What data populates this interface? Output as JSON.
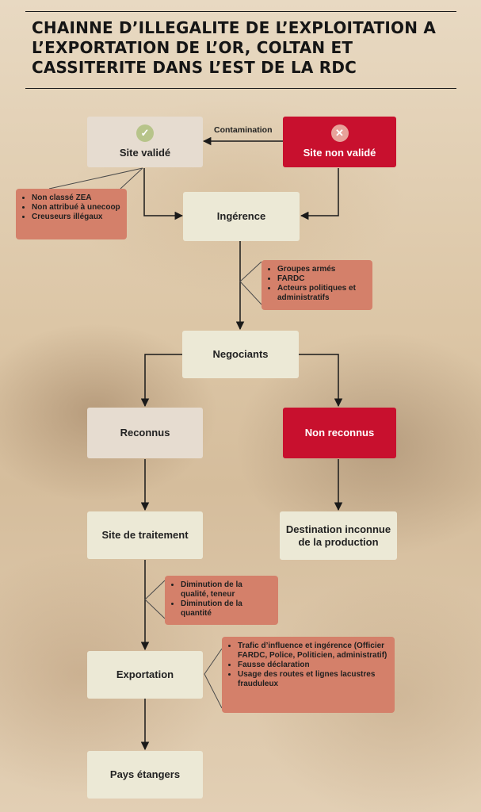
{
  "title": "CHAINNE D’ILLEGALITE DE L’EXPLOITATION A L’EXPORTATION DE L’OR, COLTAN ET CASSITERITE DANS L’EST DE LA RDC",
  "nodes": {
    "site_valide": "Site validé",
    "site_non_valide": "Site non validé",
    "ingerence": "Ingérence",
    "negociants": "Negociants",
    "reconnus": "Reconnus",
    "non_reconnus": "Non reconnus",
    "site_traitement": "Site de traitement",
    "destination_inconnue": "Destination inconnue de la production",
    "exportation": "Exportation",
    "pays_etrangers": "Pays étangers"
  },
  "edge_labels": {
    "contamination": "Contamination"
  },
  "icons": {
    "valid": "check-icon",
    "invalid": "cross-icon"
  },
  "notes": {
    "site_valide": [
      "Non classé ZEA",
      "Non attribué à unecoop",
      "Creuseurs illégaux"
    ],
    "ingerence": [
      "Groupes armés",
      "FARDC",
      "Acteurs politiques et administratifs"
    ],
    "traitement": [
      "Diminution de la qualité, teneur",
      "Diminution de la quantité"
    ],
    "exportation": [
      "Trafic d’influence et ingérence (Officier FARDC, Police, Politicien, administratif)",
      "Fausse déclaration",
      "Usage des routes et lignes lacustres frauduleux"
    ]
  },
  "colors": {
    "red": "#c8102e",
    "beige": "#ece9d6",
    "note": "#d4806a",
    "line": "#1a1a1a"
  }
}
